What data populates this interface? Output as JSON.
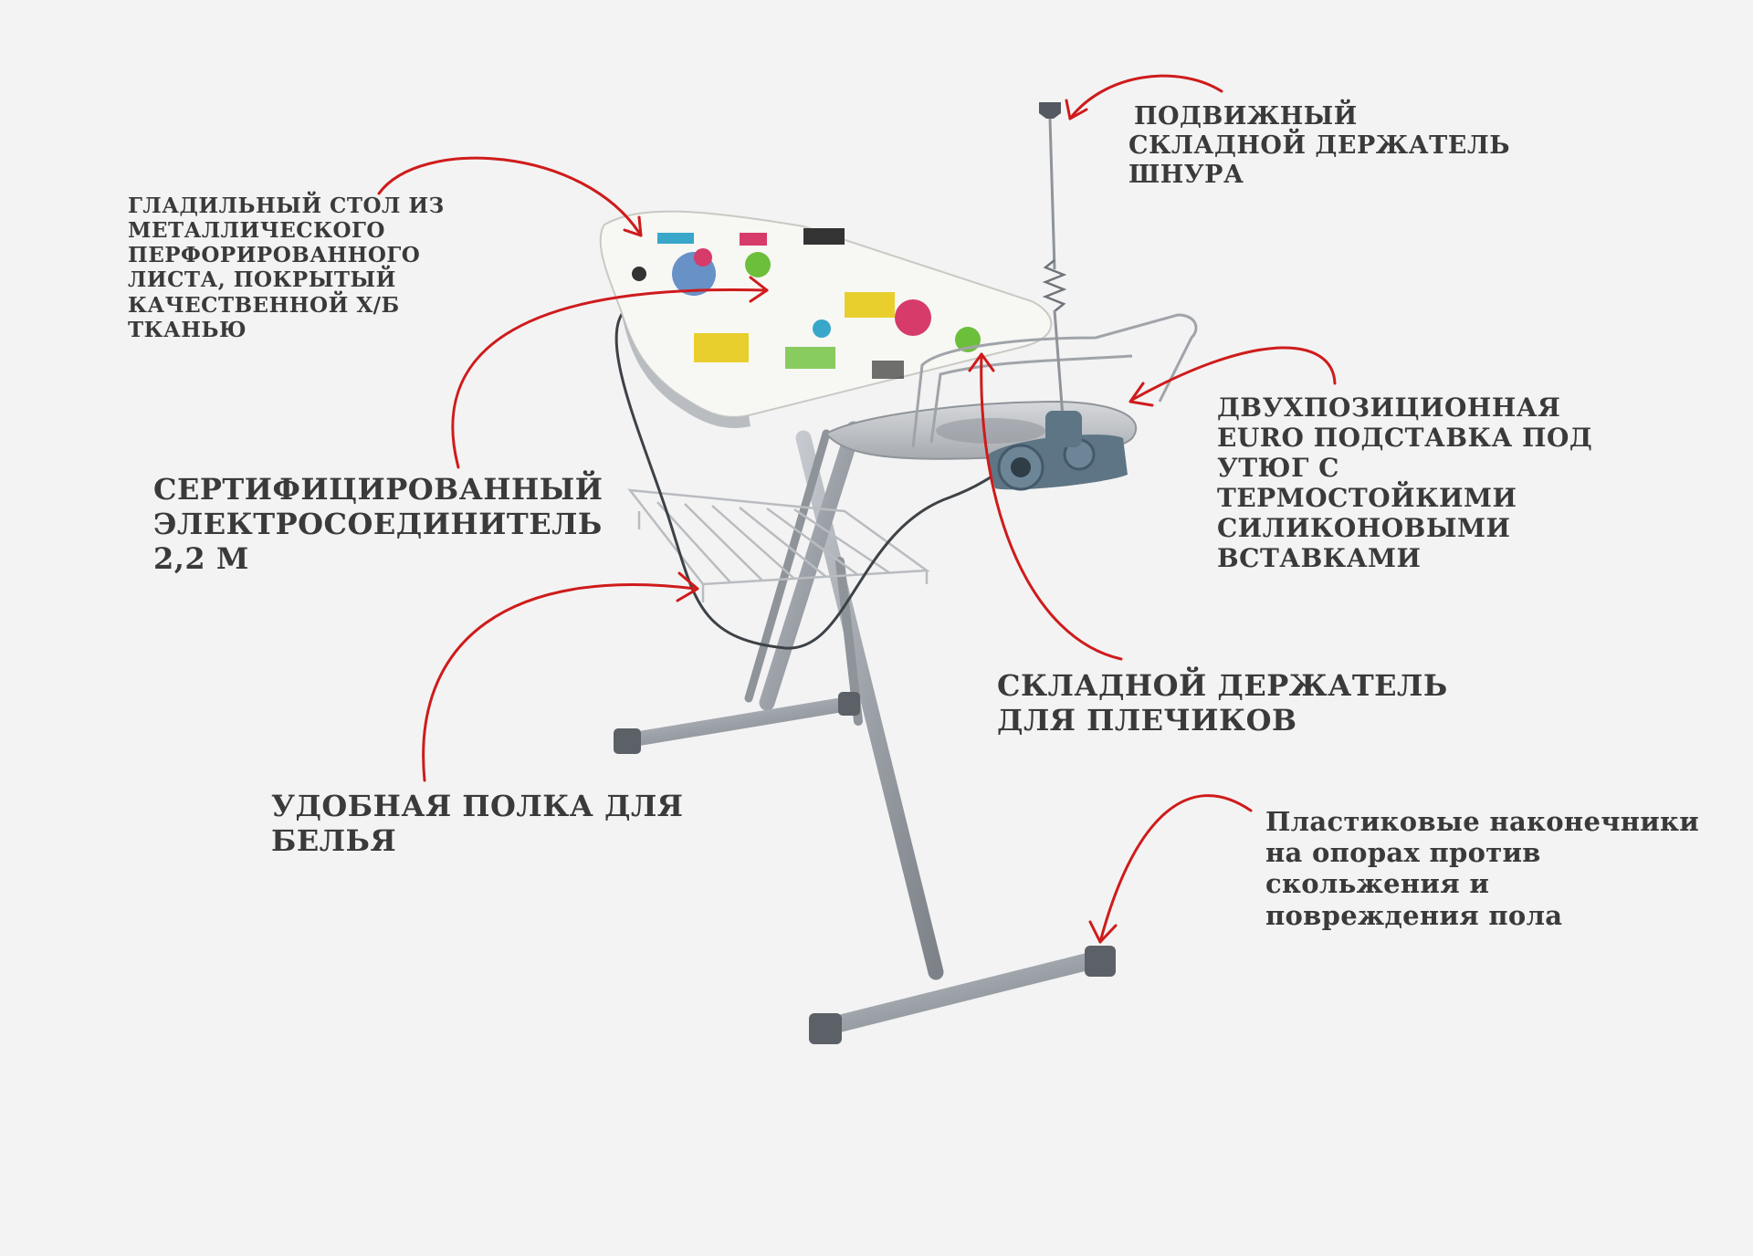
{
  "callouts": {
    "board": [
      "ГЛАДИЛЬНЫЙ СТОЛ ИЗ",
      "МЕТАЛЛИЧЕСКОГО",
      "ПЕРФОРИРОВАННОГО",
      "ЛИСТА, ПОКРЫТЫЙ",
      "КАЧЕСТВЕННОЙ Х/Б",
      "ТКАНЬЮ"
    ],
    "cord_holder": [
      "ПОДВИЖНЫЙ",
      "СКЛАДНОЙ ДЕРЖАТЕЛЬ",
      "ШНУРА"
    ],
    "connector": [
      "СЕРТИФИЦИРОВАННЫЙ",
      "ЭЛЕКТРОСОЕДИНИТЕЛЬ",
      "2,2 М"
    ],
    "iron_rest": [
      "ДВУХПОЗИЦИОННАЯ",
      "EURO ПОДСТАВКА ПОД",
      "УТЮГ С",
      "ТЕРМОСТОЙКИМИ",
      "СИЛИКОНОВЫМИ",
      "ВСТАВКАМИ"
    ],
    "hanger_holder": [
      "СКЛАДНОЙ ДЕРЖАТЕЛЬ",
      "ДЛЯ ПЛЕЧИКОВ"
    ],
    "linen_shelf": [
      "УДОБНАЯ ПОЛКА ДЛЯ",
      "БЕЛЬЯ"
    ],
    "foot_tips": [
      "Пластиковые наконечники",
      "на опорах против",
      "скольжения и",
      "повреждения пола"
    ]
  },
  "colors": {
    "background": "#f3f3f3",
    "arrow": "#cf1b1b",
    "text": "#3a3a3a",
    "frame": "#a9adb3",
    "board_cover": "#f7f7f4"
  },
  "icons": [
    "ironing-board-image",
    "socket-icon",
    "arrow-icon"
  ]
}
